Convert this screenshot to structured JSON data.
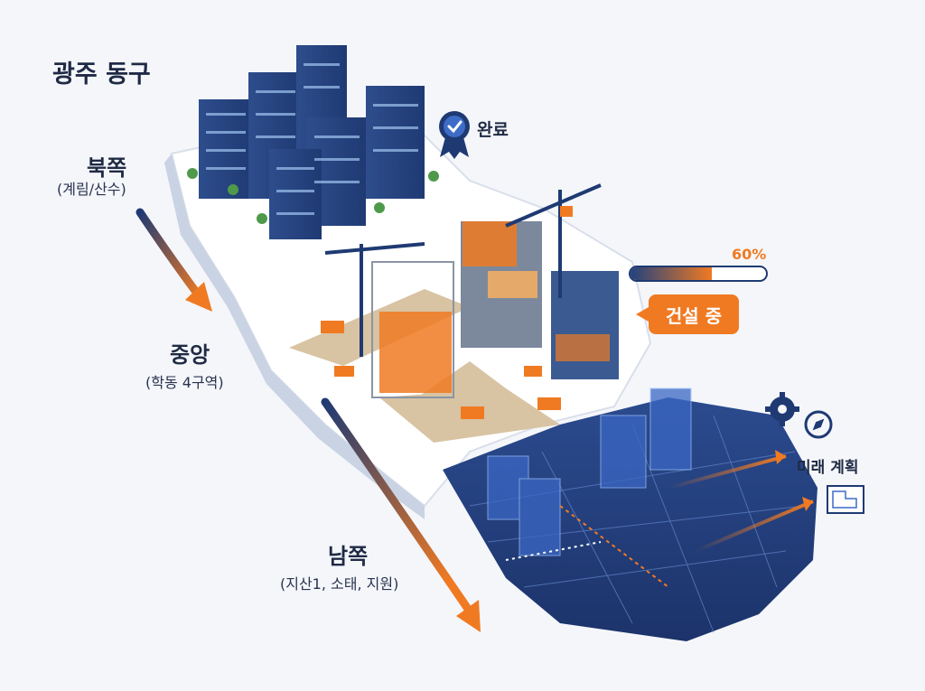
{
  "title": "광주 동구",
  "regions": {
    "north": {
      "name": "북쪽",
      "sub": "(계림/산수)"
    },
    "central": {
      "name": "중앙",
      "sub": "(학동 4구역)"
    },
    "south": {
      "name": "남쪽",
      "sub": "(지산1, 소태, 지원)"
    }
  },
  "status": {
    "complete": {
      "label": "완료",
      "icon": "award-badge-icon"
    },
    "construction": {
      "label": "건설 중",
      "progress_text": "60%",
      "progress": 0.6
    },
    "future": {
      "label": "미래 계획",
      "icons": [
        "gear-icon",
        "compass-icon",
        "blueprint-icon"
      ]
    }
  },
  "colors": {
    "navy": "#1f3a73",
    "orange": "#f07a22",
    "background": "#f4f6fa"
  }
}
